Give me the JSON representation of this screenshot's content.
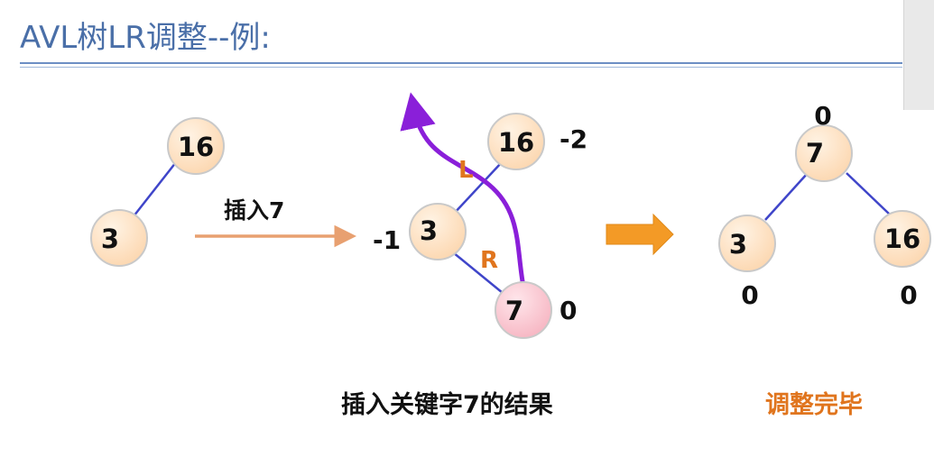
{
  "title": "AVL树LR调整--例:",
  "colors": {
    "title": "#4a6fa8",
    "node_fill": "#fcd6ae",
    "node_stroke": "#c9c9c9",
    "new_node_fill": "#f7bcc8",
    "edge": "#3f45c9",
    "path_arrow": "#8a1fd9",
    "rotation_label": "#e0751e",
    "insert_arrow": "#e8a070",
    "transition_arrow": "#f39a26",
    "caption_result": "#111111",
    "caption_done": "#e0751e"
  },
  "stage1": {
    "nodes": [
      "16",
      "3"
    ]
  },
  "insert_label": "插入7",
  "stage2": {
    "nodes": [
      "16",
      "3",
      "7"
    ],
    "balance": [
      "-2",
      "-1",
      "0"
    ],
    "rotation_labels": [
      "L",
      "R"
    ],
    "caption": "插入关键字7的结果"
  },
  "stage3": {
    "nodes": [
      "7",
      "3",
      "16"
    ],
    "balance": [
      "0",
      "0",
      "0"
    ],
    "caption": "调整完毕"
  }
}
